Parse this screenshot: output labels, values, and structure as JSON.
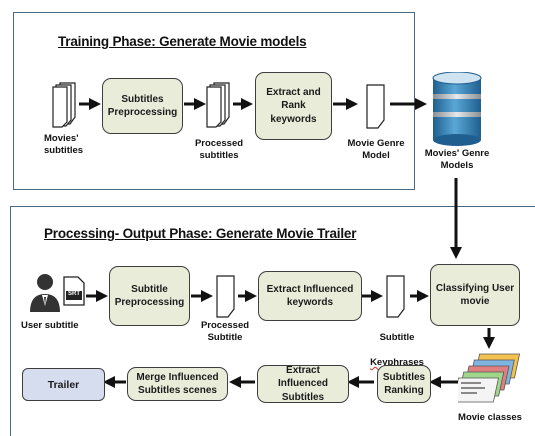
{
  "training": {
    "title": "Training Phase: Generate Movie models",
    "boxes": {
      "subtitles_preprocessing": "Subtitles\nPreprocessing",
      "extract_rank": "Extract and\nRank\nkeywords"
    },
    "labels": {
      "movies_subtitles": "Movies'\nsubtitles",
      "processed_subtitles": "Processed\nsubtitles",
      "movie_genre_model": "Movie Genre\nModel",
      "movies_genre_models": "Movies' Genre\nModels"
    }
  },
  "processing": {
    "title": "Processing- Output Phase: Generate Movie Trailer",
    "boxes": {
      "subtitle_preprocessing": "Subtitle\nPreprocessing",
      "extract_influenced_keywords": "Extract Influenced\nkeywords",
      "classifying_user_movie": "Classifying User\nmovie",
      "subtitles_ranking": "Subtitles\nRanking",
      "extract_influenced_subtitles": "Extract Influenced\nSubtitles",
      "merge_influenced": "Merge Influenced\nSubtitles scenes",
      "trailer": "Trailer"
    },
    "labels": {
      "user_subtitle": "User subtitle",
      "processed_subtitle": "Processed\nSubtitle",
      "subtitle_keyphrases_line1": "Subtitle",
      "subtitle_keyphrases_line2": "Keyphrases",
      "movie_classes": "Movie classes",
      "srt_tag": "SRT"
    }
  },
  "colors": {
    "process_box_fill": "#e8ecd9",
    "trailer_fill": "#d5ddef",
    "frame_border": "#4a6880",
    "database_blue": "#2c7fb8"
  }
}
